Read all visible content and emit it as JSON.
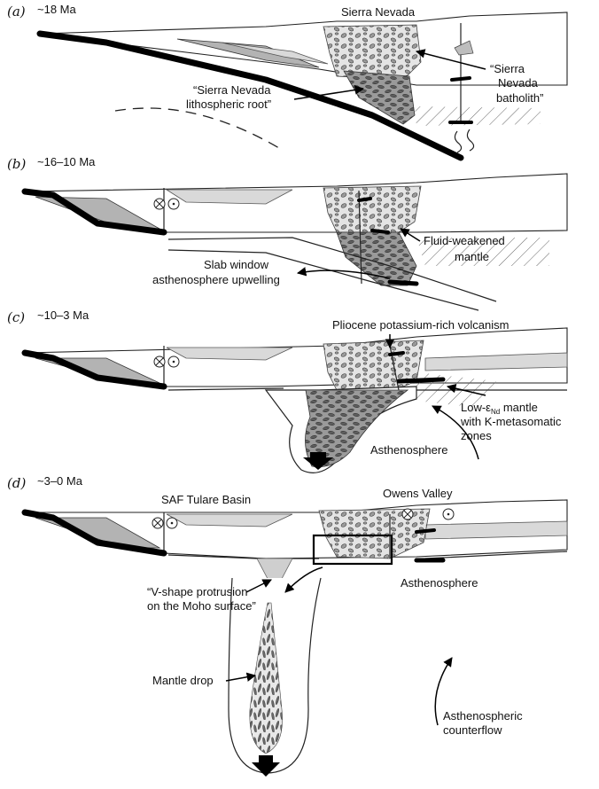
{
  "panels": [
    {
      "id": "a",
      "label": "(a)",
      "age": "~18 Ma"
    },
    {
      "id": "b",
      "label": "(b)",
      "age": "~16–10 Ma"
    },
    {
      "id": "c",
      "label": "(c)",
      "age": "~10–3 Ma"
    },
    {
      "id": "d",
      "label": "(d)",
      "age": "~3–0 Ma"
    }
  ],
  "labels": {
    "sierra_nevada": "Sierra Nevada",
    "batholith_1": "“Sierra",
    "batholith_2": "Nevada",
    "batholith_3": "batholith”",
    "root_1": "“Sierra Nevada",
    "root_2": "lithospheric root”",
    "fluid_1": "Fluid-weakened",
    "fluid_2": "mantle",
    "slab_window_1": "Slab window",
    "slab_window_2": "asthenosphere upwelling",
    "pliocene": "Pliocene potassium-rich volcanism",
    "low_eps_1": "Low-ε",
    "low_eps_sub": "Nd",
    "low_eps_2": " mantle",
    "low_eps_3": "with K-metasomatic",
    "low_eps_4": "zones",
    "asthenosphere_c": "Asthenosphere",
    "saf_tulare": "SAF Tulare Basin",
    "owens_valley": "Owens Valley",
    "asthenosphere_d": "Asthenosphere",
    "vshape_1": "“V-shape protrusion",
    "vshape_2": "on the Moho surface”",
    "mantle_drop": "Mantle drop",
    "counterflow_1": "Asthenospheric",
    "counterflow_2": "counterflow"
  },
  "colors": {
    "slab": "#000000",
    "root": "#8d8d8d",
    "batholith": "#e4e4e4",
    "forearc": "#b3b3b3"
  },
  "icons": [
    "into-page-symbol",
    "out-of-page-symbol",
    "down-arrow",
    "upwelling-arrow"
  ]
}
